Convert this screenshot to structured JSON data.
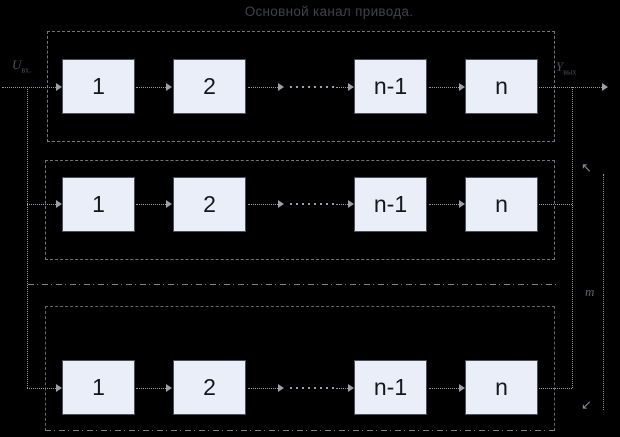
{
  "title": "Основной канал привода.",
  "labels": {
    "input_symbol": "U",
    "input_subscript": "вх.",
    "output_symbol": "Y",
    "output_subscript": "вых",
    "reserve_count": "m"
  },
  "rows": [
    {
      "role": "main-channel",
      "boxes": [
        "1",
        "2",
        "n-1",
        "n"
      ]
    },
    {
      "role": "reserve-channel-1",
      "boxes": [
        "1",
        "2",
        "n-1",
        "n"
      ]
    },
    {
      "role": "reserve-channel-2",
      "boxes": [
        "1",
        "2",
        "n-1",
        "n"
      ]
    }
  ],
  "colors": {
    "background": "#000000",
    "box_fill": "#e9eef9",
    "box_border": "#49505a",
    "connector": "#949aa2",
    "frame": "#6f757c",
    "title_text": "#3e434a",
    "label_text": "#4b5058",
    "box_text": "#14171c"
  }
}
